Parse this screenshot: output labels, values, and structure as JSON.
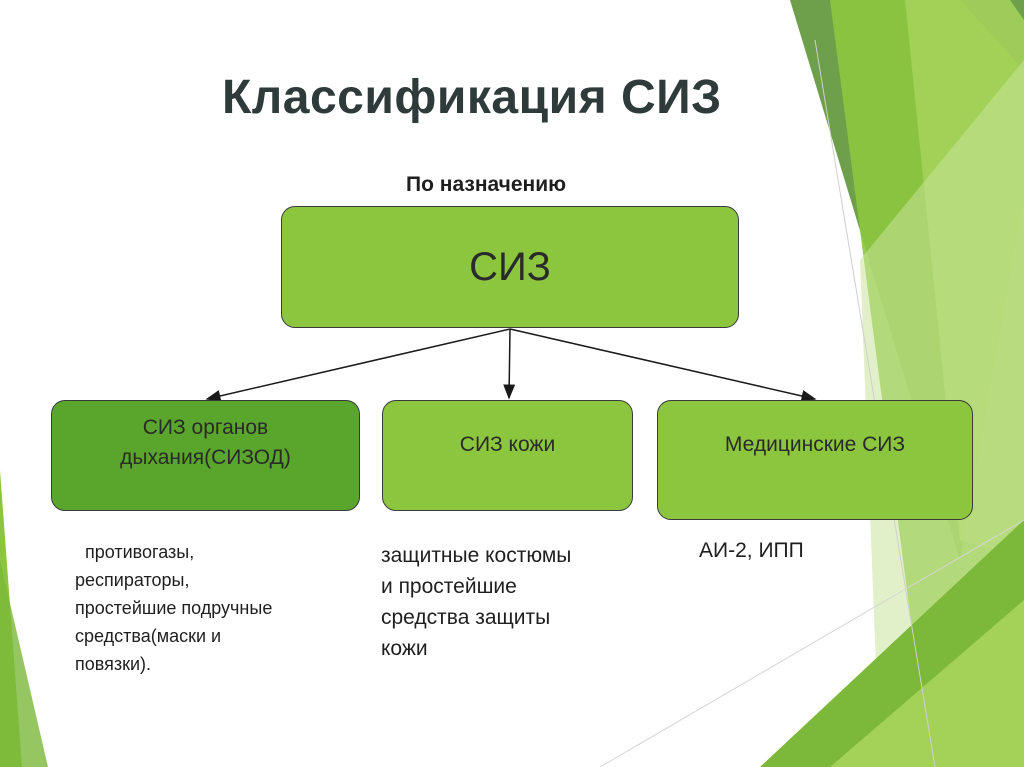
{
  "slide": {
    "title": "Классификация СИЗ",
    "subtitle": "По назначению"
  },
  "diagram": {
    "root": {
      "label": "СИЗ"
    },
    "children": [
      {
        "label_lines": [
          "СИЗ органов",
          "дыхания(СИЗОД)"
        ],
        "fill": "#5aa52b",
        "description_lines": [
          "противогазы,",
          "респираторы,",
          "простейшие подручные",
          "средства(маски и",
          "повязки)."
        ]
      },
      {
        "label_lines": [
          "СИЗ кожи"
        ],
        "fill": "#8cc63f",
        "description_lines": [
          "защитные костюмы",
          "и простейшие",
          "средства защиты",
          "кожи"
        ]
      },
      {
        "label_lines": [
          "Медицинские СИЗ"
        ],
        "fill": "#8cc63f",
        "description_lines": [
          "АИ-2, ИПП"
        ]
      }
    ]
  },
  "colors": {
    "accent_light_green": "#8cc63f",
    "accent_dark_green": "#5aa52b",
    "title_text": "#2e3b3a"
  }
}
